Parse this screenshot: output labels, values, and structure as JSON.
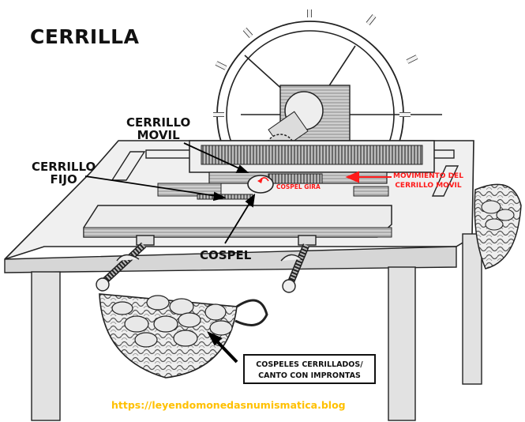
{
  "title": "CERRILLA",
  "labels": {
    "cerrillo_movil": [
      "CERRILLO",
      "MOVIL"
    ],
    "cerrillo_fijo": [
      "CERRILLO",
      "FIJO"
    ],
    "cospel": "COSPEL",
    "cospel_gira": "COSPEL GIRA",
    "movimiento": [
      "MOVIMIENTO DEL",
      "CERRILLO MOVIL"
    ],
    "cospeles_box": [
      "COSPELES CERRILLADOS/",
      "CANTO CON IMPRONTAS"
    ]
  },
  "source_url": "https://leyendomonedasnumismatica.blog",
  "colors": {
    "annotation_red": "#ff1a1a",
    "url_yellow": "#ffc000",
    "ink": "#111111",
    "wood": "#e6e6e6"
  }
}
